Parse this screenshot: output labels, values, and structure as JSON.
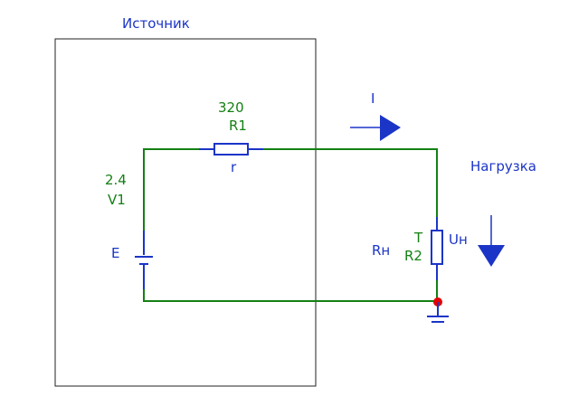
{
  "colors": {
    "blue": "#1b35c7",
    "green": "#148014",
    "node_red": "#e60000",
    "black": "#222222"
  },
  "labels": {
    "source_title": "Источник",
    "load_title": "Нагрузка",
    "resistor_top_value": "320",
    "resistor_top_name": "R1",
    "resistor_top_symbol": "r",
    "battery_value": "2.4",
    "battery_name": "V1",
    "battery_symbol": "E",
    "current_label": "I",
    "load_resistor_letter": "T",
    "load_resistor_name": "R2",
    "load_resistor_symbol": "Rн",
    "load_voltage_symbol": "Uн"
  },
  "icons": {
    "current_arrow": "arrow-right-icon",
    "voltage_arrow": "arrow-down-icon",
    "ground": "ground-icon",
    "node": "node-dot-icon"
  }
}
